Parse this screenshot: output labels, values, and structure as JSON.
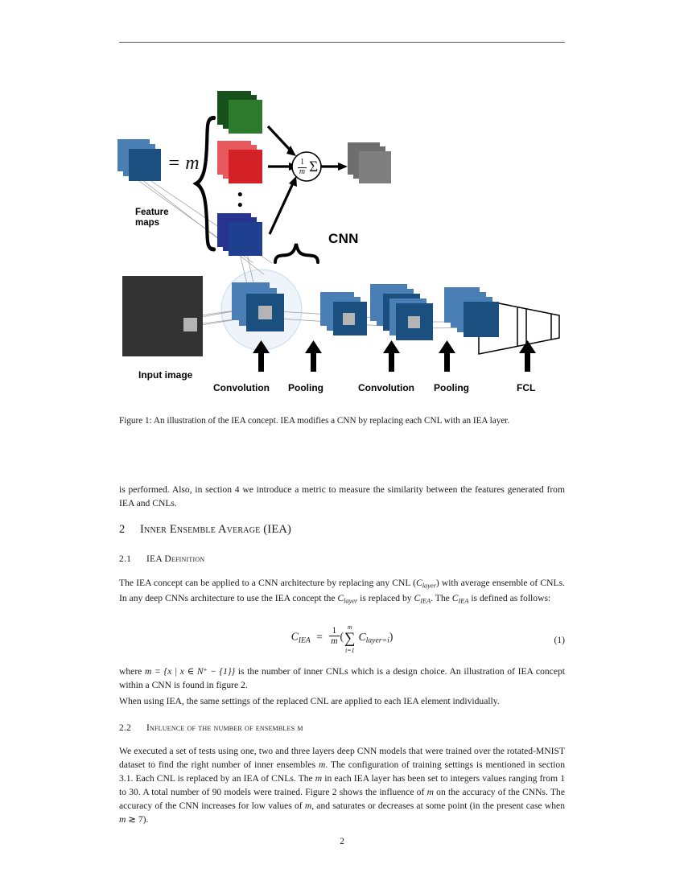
{
  "page": {
    "number": "2"
  },
  "figure": {
    "labels": {
      "feature_maps_line1": "Feature",
      "feature_maps_line2": "maps",
      "equals_m": "= m",
      "cnn": "CNN",
      "input_image": "Input image",
      "convolution_1": "Convolution",
      "pooling_1": "Pooling",
      "convolution_2": "Convolution",
      "pooling_2": "Pooling",
      "fcl": "FCL",
      "average_numerator": "1",
      "average_denominator": "m",
      "sigma": "Σ",
      "vertical_dots": "⋮"
    },
    "colors": {
      "feature_stack_front": "#1a4f80",
      "feature_stack_back": "#4a7fb5",
      "green_front": "#2d7a2d",
      "green_back": "#16501b",
      "red_front": "#d42027",
      "red_back": "#e8595e",
      "navy_front": "#1f3f8f",
      "navy_back": "#27348f",
      "gray_front": "#7f7f7f",
      "gray_back": "#6e6e6e",
      "input_image": "#333333",
      "patch": "#b4b4b4",
      "highlight_circle": "#eef4fa",
      "arrow": "#000000"
    }
  },
  "caption": {
    "text": "Figure 1: An illustration of the IEA concept. IEA modifies a CNN by replacing each CNL with an IEA layer."
  },
  "body": {
    "intro_paragraph": "is performed. Also, in section 4 we introduce a metric to measure the similarity between the features generated from IEA and CNLs.",
    "section2": {
      "number": "2",
      "title": "Inner Ensemble Average (IEA)"
    },
    "section21": {
      "number": "2.1",
      "title": "IEA Definition",
      "paragraph_part1": "The IEA concept can be applied to a CNN architecture by replacing any CNL (",
      "paragraph_c_layer": "C",
      "paragraph_c_layer_sub": "layer",
      "paragraph_part2": ") with average ensemble of CNLs. In any deep CNNs architecture to use the IEA concept the ",
      "paragraph_part3": " is replaced by ",
      "paragraph_part4": ". The ",
      "paragraph_part5": " is defined as follows:",
      "c_iea": "C",
      "c_iea_sub": "IEA"
    },
    "equation1": {
      "lhs": "C",
      "lhs_sub": "IEA",
      "equals": "=",
      "frac_num": "1",
      "frac_den": "m",
      "open_paren": "(",
      "sum_symbol": "∑",
      "sum_upper": "m",
      "sum_lower": "i=1",
      "term": "C",
      "term_sub": "layer=i",
      "close_paren": ")",
      "tag": "(1)"
    },
    "after_equation": {
      "part1": "where ",
      "m_def": "m = {x | x ∈ N",
      "m_def_sup": "+",
      "m_def2": " − {1}}",
      "part2": " is the number of inner CNLs which is a design choice. An illustration of IEA concept within a CNN is found in figure 2."
    },
    "when_using_iea": "When using IEA, the same settings of the replaced CNL are applied to each IEA element individually.",
    "section22": {
      "number": "2.2",
      "title": "Influence of the number of ensembles m"
    },
    "final_paragraph": {
      "p1": "We executed a set of tests using one, two and three layers deep CNN models that were trained over the rotated-MNIST dataset to find the right number of inner ensembles ",
      "m1": "m",
      "p2": ". The configuration of training settings is mentioned in section 3.1. Each CNL is replaced by an IEA of CNLs. The ",
      "m2": "m",
      "p3": " in each IEA layer has been set to integers values ranging from 1 to 30. A total number of 90 models were trained. Figure 2 shows the influence of ",
      "m3": "m",
      "p4": " on the accuracy of the CNNs. The accuracy of the CNN increases for low values of ",
      "m4": "m",
      "p5": ", and saturates or decreases at some point (in the present case when ",
      "m5": "m",
      "p6": " ≳ 7)."
    }
  }
}
